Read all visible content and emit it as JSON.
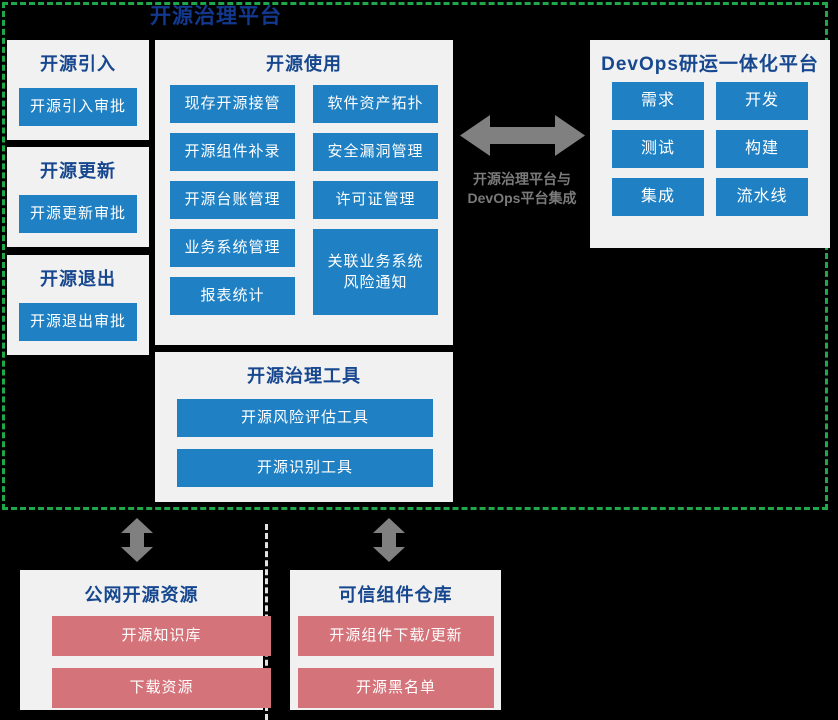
{
  "platform": {
    "title": "开源治理平台"
  },
  "colors": {
    "boundary_green": "#1fa84a",
    "title_blue": "#12398f",
    "panel_title_blue": "#17478f",
    "chip_blue": "#1f81c4",
    "chip_red": "#d4747a",
    "panel_bg": "#f1f1f1",
    "arrow_gray": "#808080",
    "caption_gray": "#7a7a7a",
    "canvas_black": "#000000"
  },
  "stages": [
    {
      "title": "开源引入",
      "chip": "开源引入审批"
    },
    {
      "title": "开源更新",
      "chip": "开源更新审批"
    },
    {
      "title": "开源退出",
      "chip": "开源退出审批"
    }
  ],
  "usage": {
    "title": "开源使用",
    "left_column": [
      "现存开源接管",
      "开源组件补录",
      "开源台账管理",
      "业务系统管理",
      "报表统计"
    ],
    "right_column": [
      "软件资产拓扑",
      "安全漏洞管理",
      "许可证管理"
    ],
    "right_tall": [
      "关联业务系统",
      "风险通知"
    ]
  },
  "tools": {
    "title": "开源治理工具",
    "items": [
      "开源风险评估工具",
      "开源识别工具"
    ]
  },
  "integration": {
    "arrow_icon": "double-headed-horizontal-arrow",
    "caption_line1": "开源治理平台与",
    "caption_line2": "DevOps平台集成"
  },
  "devops": {
    "title": "DevOps研运一体化平台",
    "items": [
      "需求",
      "开发",
      "测试",
      "构建",
      "集成",
      "流水线"
    ]
  },
  "bottom": {
    "arrow_left_icon": "double-headed-vertical-arrow",
    "arrow_right_icon": "double-headed-vertical-arrow",
    "public_resources": {
      "title": "公网开源资源",
      "items": [
        "开源知识库",
        "下载资源"
      ]
    },
    "trusted_repo": {
      "title": "可信组件仓库",
      "items": [
        "开源组件下载/更新",
        "开源黑名单"
      ]
    }
  }
}
